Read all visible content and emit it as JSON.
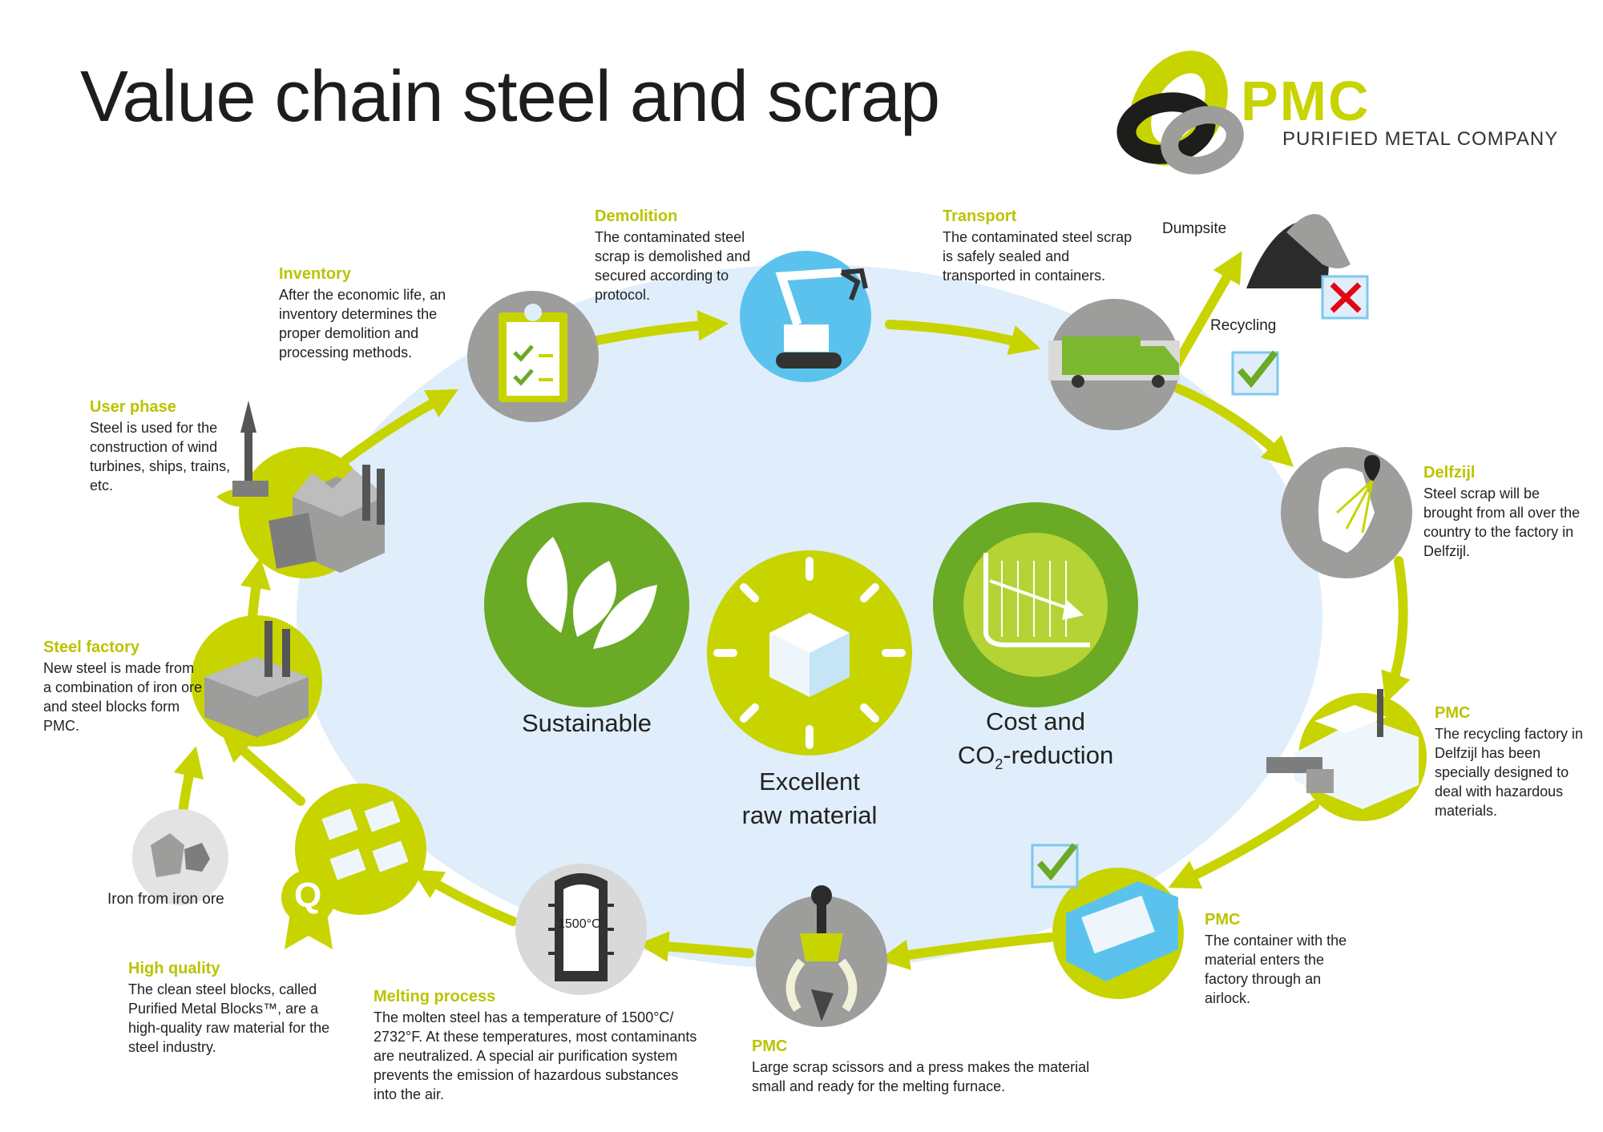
{
  "title": "Value chain steel and scrap",
  "brand": {
    "name": "PMC",
    "subtitle": "PURIFIED METAL COMPANY"
  },
  "colors": {
    "lime": "#c8d400",
    "green": "#6aaa25",
    "blue": "#5bc2ee",
    "gray": "#9d9d9c",
    "light_blue": "#dfeefa"
  },
  "steps": {
    "inventory": {
      "heading": "Inventory",
      "text": "After the economic life, an inventory determines the proper demolition and processing methods."
    },
    "demolition": {
      "heading": "Demolition",
      "text": "The contaminated steel scrap is demolished and secured according to protocol."
    },
    "transport": {
      "heading": "Transport",
      "text": "The contaminated steel scrap is safely sealed and transported in containers."
    },
    "delfzijl": {
      "heading": "Delfzijl",
      "text": "Steel scrap will be brought from all over the country to the factory in Delfzijl."
    },
    "pmc_factory": {
      "heading": "PMC",
      "text": "The recycling factory in Delfzijl has been specially designed to deal with hazardous materials."
    },
    "pmc_container": {
      "heading": "PMC",
      "text": "The container with the material enters the factory through an airlock."
    },
    "pmc_scissors": {
      "heading": "PMC",
      "text": "Large scrap scissors and a press makes the material small and ready for the melting furnace."
    },
    "melting": {
      "heading": "Melting process",
      "text": "The molten steel has a temperature of 1500°C/ 2732°F. At these temperatures, most contaminants are neutralized. A special air purification system prevents the emission of hazardous substances into the air."
    },
    "high_quality": {
      "heading": "High quality",
      "text": "The clean steel blocks, called Purified Metal Blocks™, are a high-quality raw material for the steel industry."
    },
    "steel_factory": {
      "heading": "Steel factory",
      "text": "New steel is made from a combination of iron ore and steel blocks form PMC."
    },
    "user_phase": {
      "heading": "User phase",
      "text": "Steel is used for the construction of wind turbines, ships, trains, etc."
    }
  },
  "labels": {
    "dumpsite": "Dumpsite",
    "recycling": "Recycling",
    "iron_ore": "Iron from iron ore",
    "furnace_temp": "1500°C",
    "quality_badge": "Q"
  },
  "benefits": {
    "sustainable": "Sustainable",
    "excellent_1": "Excellent",
    "excellent_2": "raw material",
    "cost_1": "Cost and",
    "cost_2a": "CO",
    "cost_2sub": "2",
    "cost_2b": "-reduction"
  }
}
